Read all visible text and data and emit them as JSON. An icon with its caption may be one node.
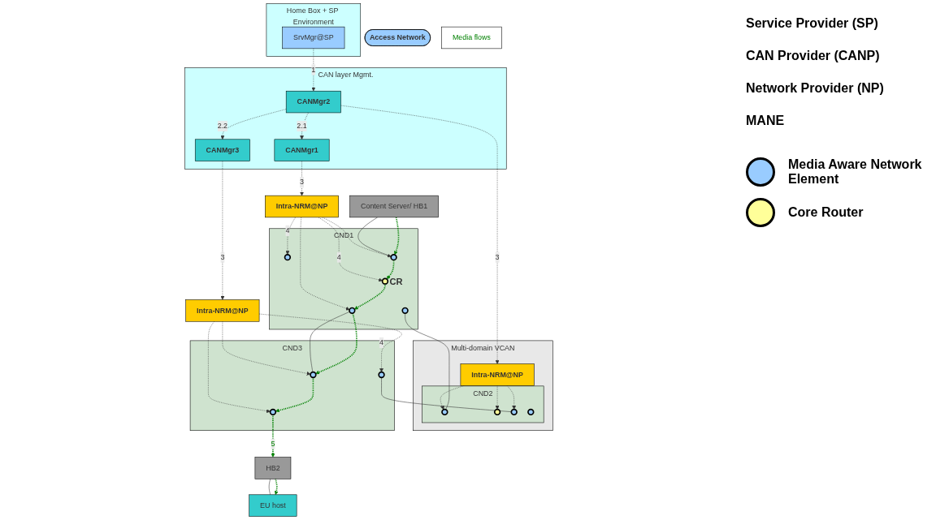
{
  "diagram": {
    "nodes": [
      {
        "text": [
          "Home Box + SP Environment"
        ]
      },
      {
        "text": [
          "SrvMgr@SP"
        ],
        "in": 0
      },
      {
        "text": [
          "CAN layer Mgmt."
        ]
      },
      {
        "text": [
          "CANMgr1"
        ],
        "in": 2
      },
      {
        "text": [
          "CANMgr2"
        ],
        "in": 2
      },
      {
        "text": [
          "CANMgr3"
        ],
        "in": 2
      },
      {
        "text": [
          "Multi-domain VCAN"
        ]
      },
      {
        "text": [
          "Intra-NRM@NP"
        ]
      },
      {
        "text": [
          "CND1"
        ]
      },
      {
        "text": [],
        "shape": "circle",
        "in": 8
      },
      {
        "text": [],
        "shape": "circle",
        "in": 8,
        "beside": [
          "CR"
        ]
      },
      {
        "text": [],
        "shape": "circle",
        "in": 8
      },
      {
        "text": [],
        "shape": "circle",
        "in": 8
      },
      {
        "text": [],
        "shape": "circle",
        "in": 8
      },
      {
        "text": [
          "Intra-NRM@NP"
        ]
      },
      {
        "text": [
          "CND3"
        ]
      },
      {
        "text": [],
        "shape": "circle",
        "in": 15
      },
      {
        "text": [],
        "shape": "circle",
        "in": 15
      },
      {
        "text": [],
        "shape": "circle",
        "in": 15
      },
      {
        "text": [
          "Intra-NRM@NP"
        ],
        "in": 6
      },
      {
        "text": [
          "CND2"
        ],
        "in": 6
      },
      {
        "text": [],
        "shape": "circle",
        "in": 20
      },
      {
        "text": [],
        "shape": "circle",
        "in": 20
      },
      {
        "text": [],
        "shape": "circle",
        "in": 20
      },
      {
        "text": [],
        "shape": "circle",
        "in": 20
      },
      {
        "text": [
          "Content Server/ HB1"
        ]
      },
      {
        "text": [
          "Access Network"
        ]
      },
      {
        "text": [
          "HB2"
        ]
      },
      {
        "text": [
          "EU host"
        ]
      },
      {
        "text": [
          "Media flows"
        ]
      }
    ],
    "edges": [
      {
        "from": 1,
        "to": 4,
        "arrow": "to",
        "label": "1",
        "style": "dashed"
      },
      {
        "from": 4,
        "to": 3,
        "arrow": "to",
        "label": "2.1",
        "style": "dashed"
      },
      {
        "from": 4,
        "to": 5,
        "arrow": "to",
        "label": "2.2",
        "style": "dashed"
      },
      {
        "from": 3,
        "to": 7,
        "arrow": "to",
        "label": "3",
        "style": "dashed"
      },
      {
        "from": 4,
        "to": 19,
        "arrow": "to",
        "label": "3",
        "style": "dashed"
      },
      {
        "from": 5,
        "to": 14,
        "arrow": "to",
        "label": "3",
        "style": "dashed"
      },
      {
        "from": 7,
        "to": 9,
        "arrow": "to",
        "label": "4",
        "style": "dashed"
      },
      {
        "from": 7,
        "to": 12,
        "arrow": "to",
        "style": "dashed"
      },
      {
        "from": 7,
        "to": 10,
        "arrow": "to",
        "label": "4",
        "style": "dashed"
      },
      {
        "from": 7,
        "to": 11,
        "arrow": "to",
        "style": "dashed"
      },
      {
        "from": 14,
        "to": 16,
        "arrow": "to",
        "style": "dashed"
      },
      {
        "from": 14,
        "to": 17,
        "arrow": "to",
        "label": "4",
        "style": "dashed"
      },
      {
        "from": 14,
        "to": 18,
        "arrow": "to",
        "style": "dashed"
      },
      {
        "from": 19,
        "to": 21,
        "arrow": "to",
        "style": "dashed"
      },
      {
        "from": 19,
        "to": 22,
        "arrow": "to",
        "style": "dashed"
      },
      {
        "from": 19,
        "to": 23,
        "arrow": "to",
        "style": "dashed"
      },
      {
        "from": 25,
        "to": 12,
        "arrow": "none"
      },
      {
        "from": 11,
        "to": 16,
        "arrow": "none"
      },
      {
        "from": 13,
        "to": 21,
        "arrow": "none"
      },
      {
        "from": 17,
        "to": 23,
        "arrow": "none"
      },
      {
        "from": 27,
        "to": 28,
        "arrow": "none"
      },
      {
        "from": 25,
        "to": 12,
        "arrow": "to",
        "style": "dashed",
        "color": "#008000"
      },
      {
        "from": 12,
        "to": 10,
        "arrow": "to",
        "style": "dashed",
        "color": "#008000"
      },
      {
        "from": 10,
        "to": 11,
        "arrow": "to",
        "style": "dashed",
        "color": "#008000"
      },
      {
        "from": 11,
        "to": 16,
        "arrow": "to",
        "style": "dashed",
        "color": "#008000"
      },
      {
        "from": 16,
        "to": 18,
        "arrow": "to",
        "style": "dashed",
        "color": "#008000"
      },
      {
        "from": 18,
        "to": 27,
        "arrow": "to",
        "label": "5",
        "style": "dashed",
        "color": "#008000"
      },
      {
        "from": 27,
        "to": 28,
        "arrow": "to",
        "style": "dashed",
        "color": "#008000"
      }
    ],
    "labels": [
      "Service Provider (SP)",
      "CAN Provider (CANP)",
      "Network Provider (NP)",
      "MANE"
    ],
    "legend": [
      {
        "text": "Media Aware Network Element",
        "color": "#99ccff"
      },
      {
        "text": "Core Router",
        "color": "#ffff99"
      }
    ]
  }
}
